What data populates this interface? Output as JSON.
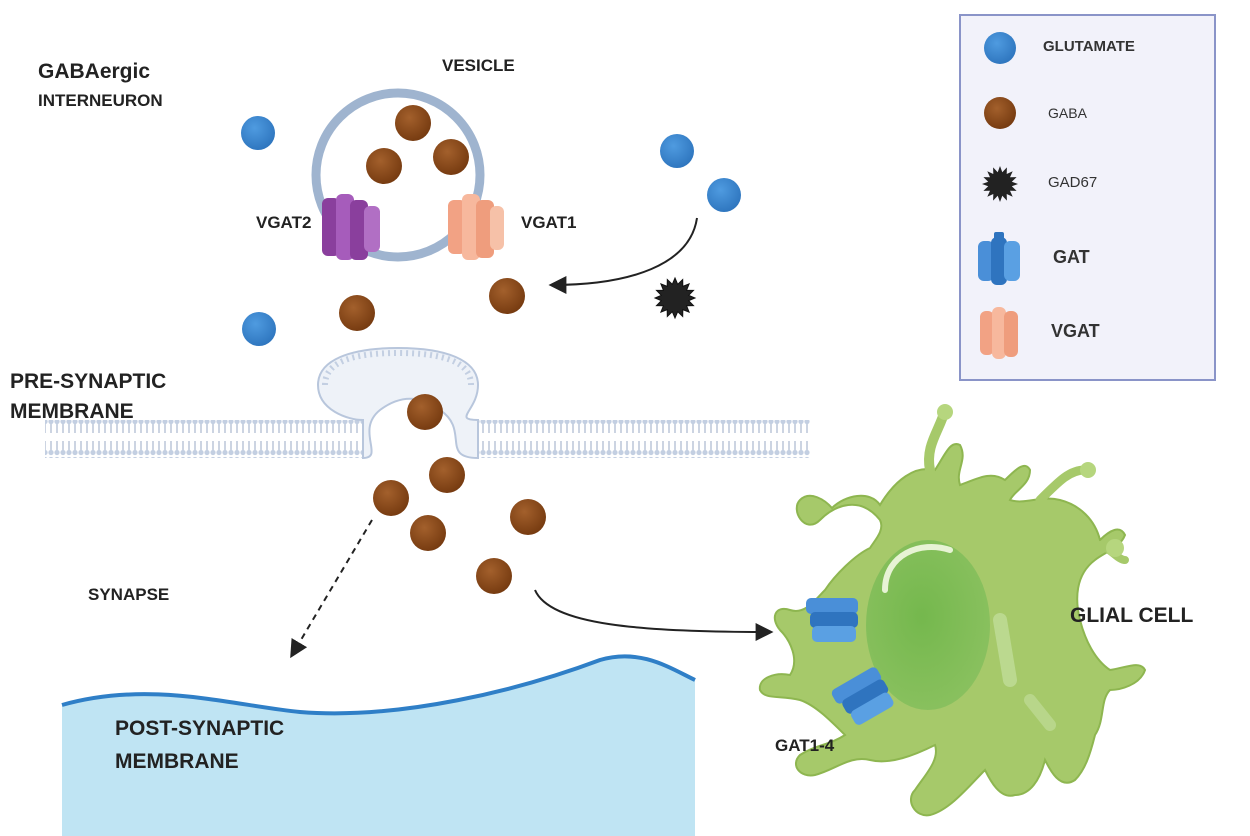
{
  "labels": {
    "gabaergic": "GABAergic",
    "interneuron": "INTERNEURON",
    "vesicle": "VESICLE",
    "vgat2": "VGAT2",
    "vgat1": "VGAT1",
    "pre_synaptic_1": "PRE-SYNAPTIC",
    "pre_synaptic_2": "MEMBRANE",
    "synapse": "SYNAPSE",
    "post_synaptic_1": "POST-SYNAPTIC",
    "post_synaptic_2": "MEMBRANE",
    "glial_cell": "GLIAL CELL",
    "gat1_4": "GAT1-4"
  },
  "legend": {
    "items": [
      {
        "label": "GLUTAMATE",
        "icon": "glutamate-dot-icon",
        "color": "#3a86d0"
      },
      {
        "label": "GABA",
        "icon": "gaba-dot-icon",
        "color": "#8a4a1c"
      },
      {
        "label": "GAD67",
        "icon": "gad67-star-icon",
        "color": "#222222"
      },
      {
        "label": "GAT",
        "icon": "gat-transporter-icon",
        "color": "#4a8fd8"
      },
      {
        "label": "VGAT",
        "icon": "vgat-transporter-icon",
        "color": "#f4a98a"
      }
    ]
  },
  "colors": {
    "glutamate": "#3a86d0",
    "gaba": "#8a4a1c",
    "gad67": "#222222",
    "vgat1": "#f4a98a",
    "vgat2": "#9b4fae",
    "gat": "#4a8fd8",
    "glial_cell": "#a6c96a",
    "post_synaptic": "#bfe4f3",
    "membrane": "#c8d4e6"
  }
}
